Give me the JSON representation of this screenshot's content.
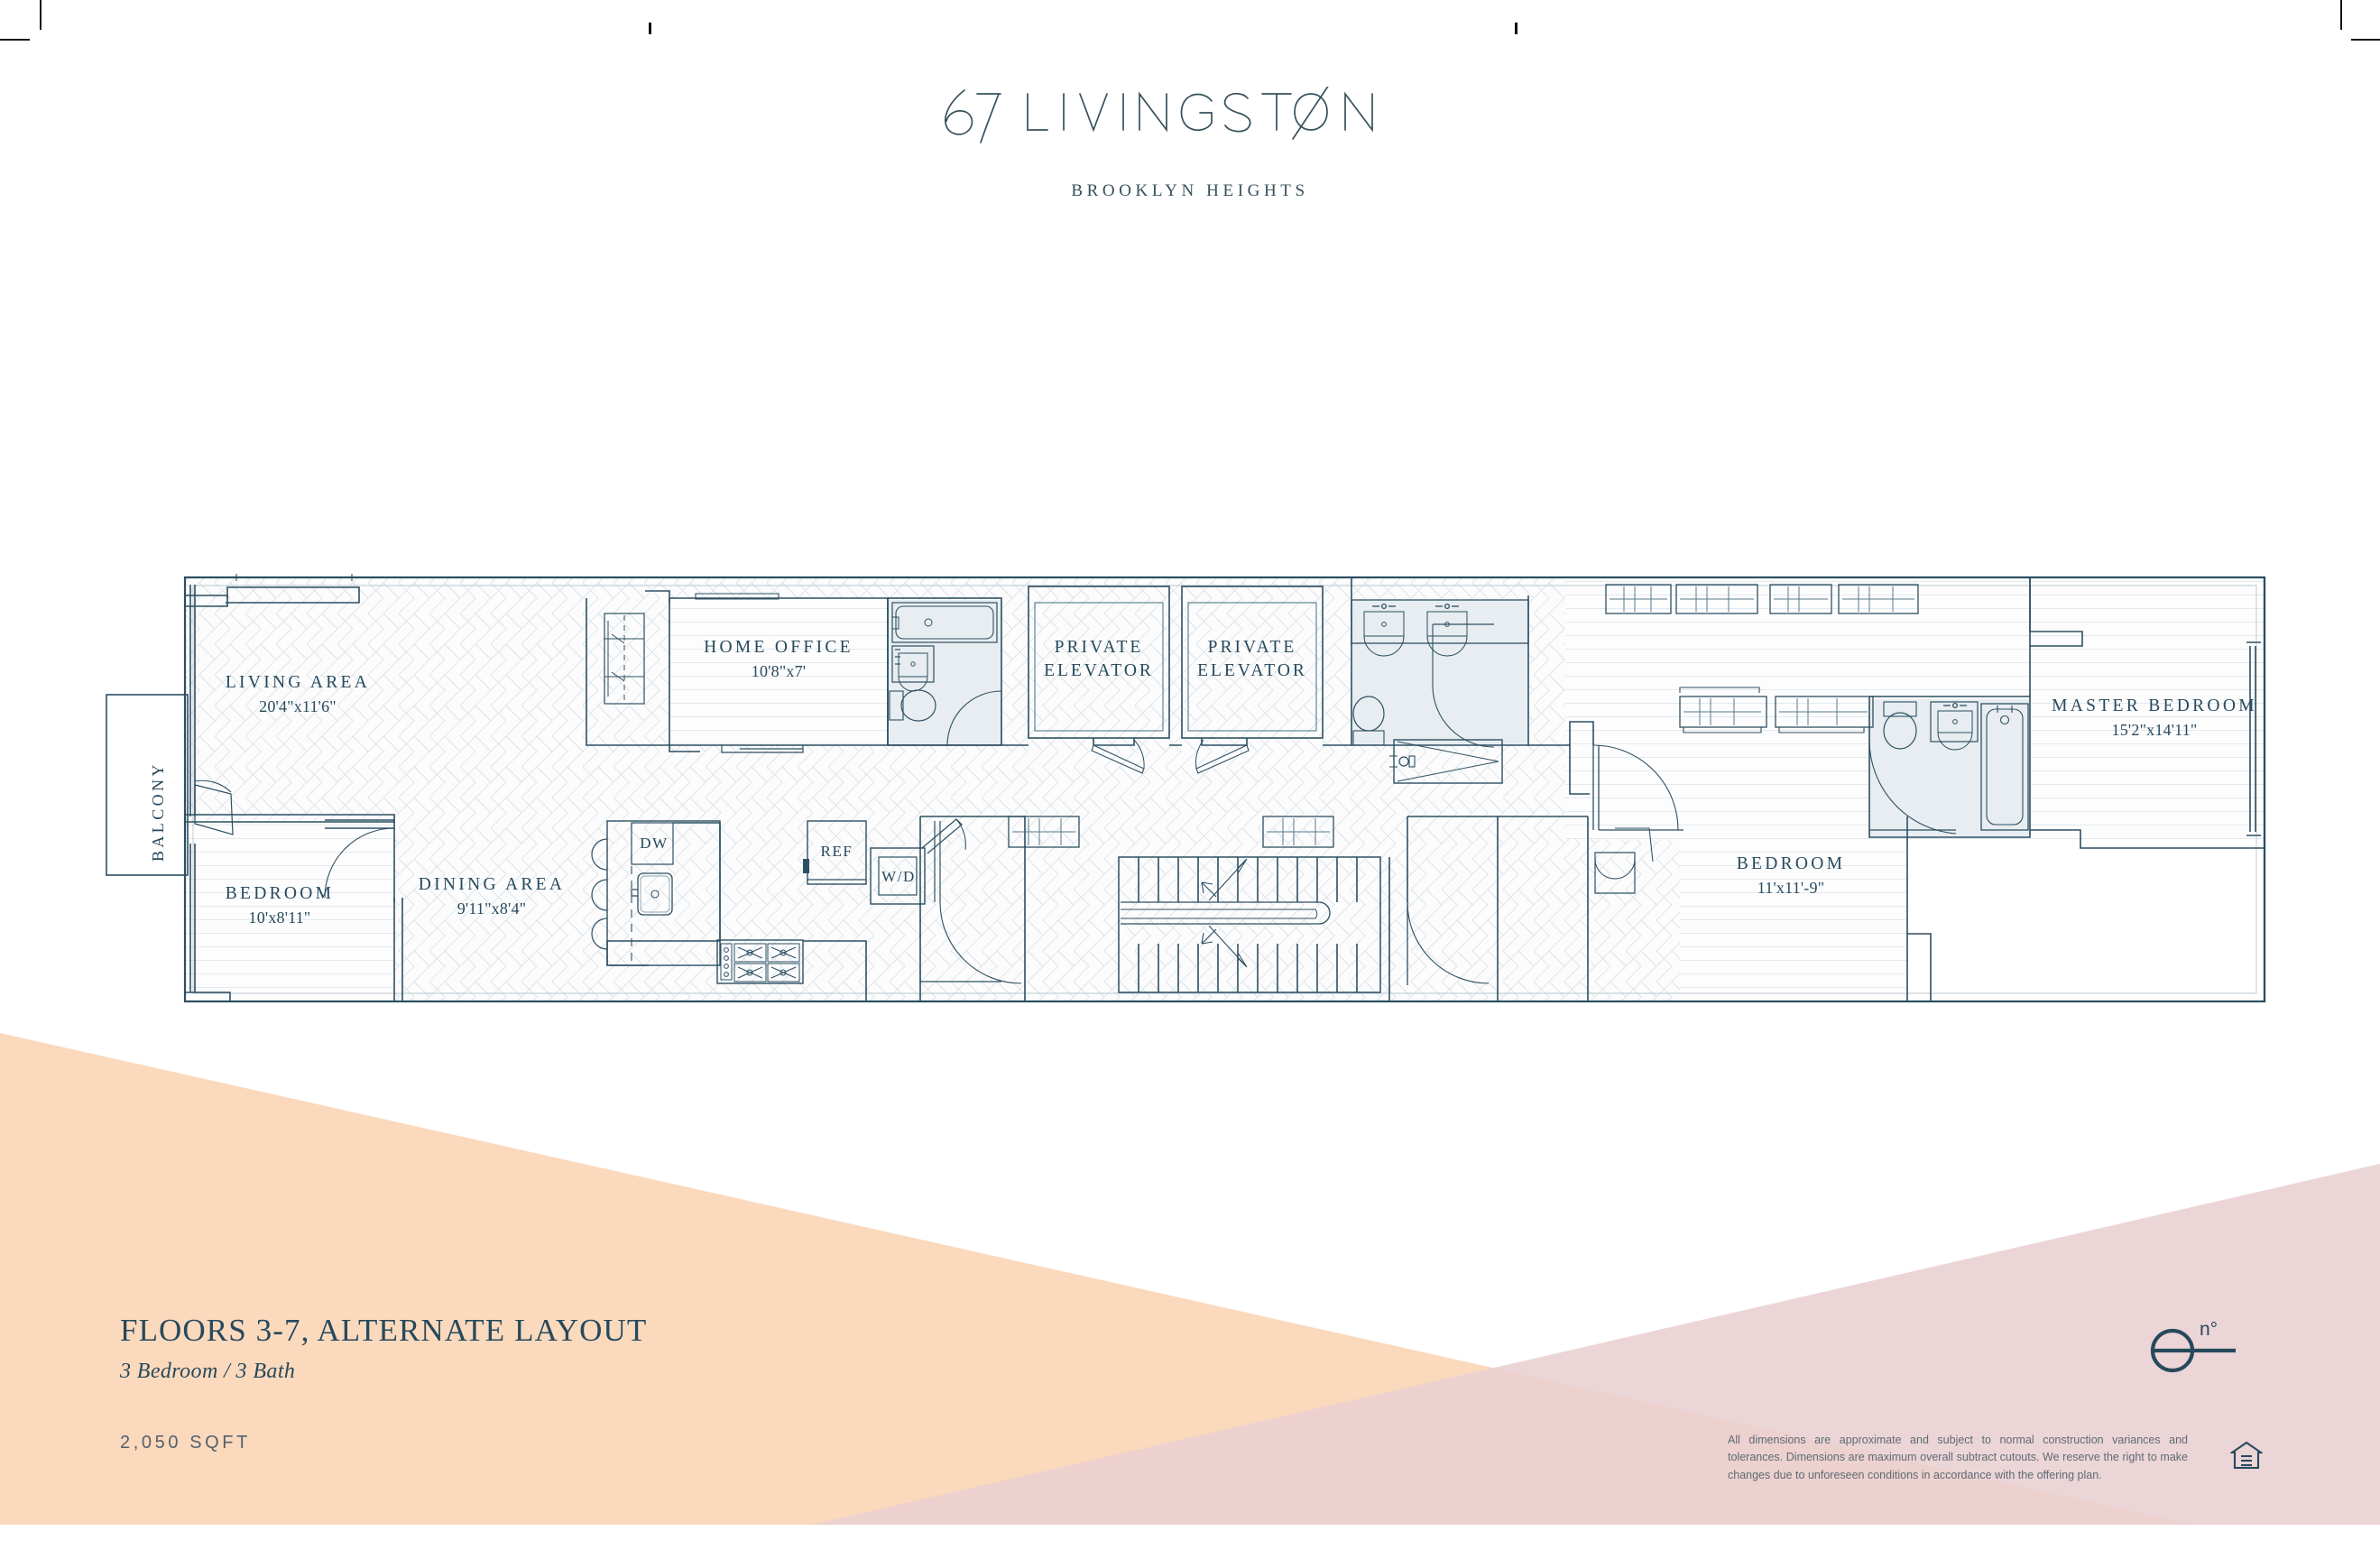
{
  "brand": {
    "number": "67",
    "name": "LIVINGSTØN",
    "neighborhood": "BROOKLYN HEIGHTS"
  },
  "footer": {
    "title": "FLOORS 3-7, ALTERNATE LAYOUT",
    "subtitle": "3 Bedroom / 3 Bath",
    "sqft": "2,050 SQFT",
    "disclaimer": "All dimensions are approximate and subject to normal construction variances and tolerances. Dimensions are maximum overall subtract cutouts. We reserve the right to make changes due to unforeseen conditions in accordance with the offering plan.",
    "compass_label": "n°"
  },
  "plan": {
    "balcony_label": "BALCONY",
    "rooms": [
      {
        "name": "LIVING AREA",
        "dim": "20'4\"x11'6\""
      },
      {
        "name": "BEDROOM",
        "dim": "10'x8'11\""
      },
      {
        "name": "DINING AREA",
        "dim": "9'11\"x8'4\""
      },
      {
        "name": "HOME OFFICE",
        "dim": "10'8\"x7'"
      },
      {
        "name": "PRIVATE ELEVATOR",
        "dim": ""
      },
      {
        "name": "PRIVATE ELEVATOR",
        "dim": ""
      },
      {
        "name": "BEDROOM",
        "dim": "11'x11'-9\""
      },
      {
        "name": "MASTER BEDROOM",
        "dim": "15'2\"x14'11\""
      }
    ],
    "appliances": [
      {
        "label": "DW"
      },
      {
        "label": "REF"
      },
      {
        "label": "W/D"
      }
    ]
  },
  "colors": {
    "ink": "#27495c",
    "line": "#2d4f62",
    "peach": "#fbd9bd",
    "pink": "#eed3d5",
    "overlap": "#e9bfa8",
    "paper": "#ffffff"
  }
}
